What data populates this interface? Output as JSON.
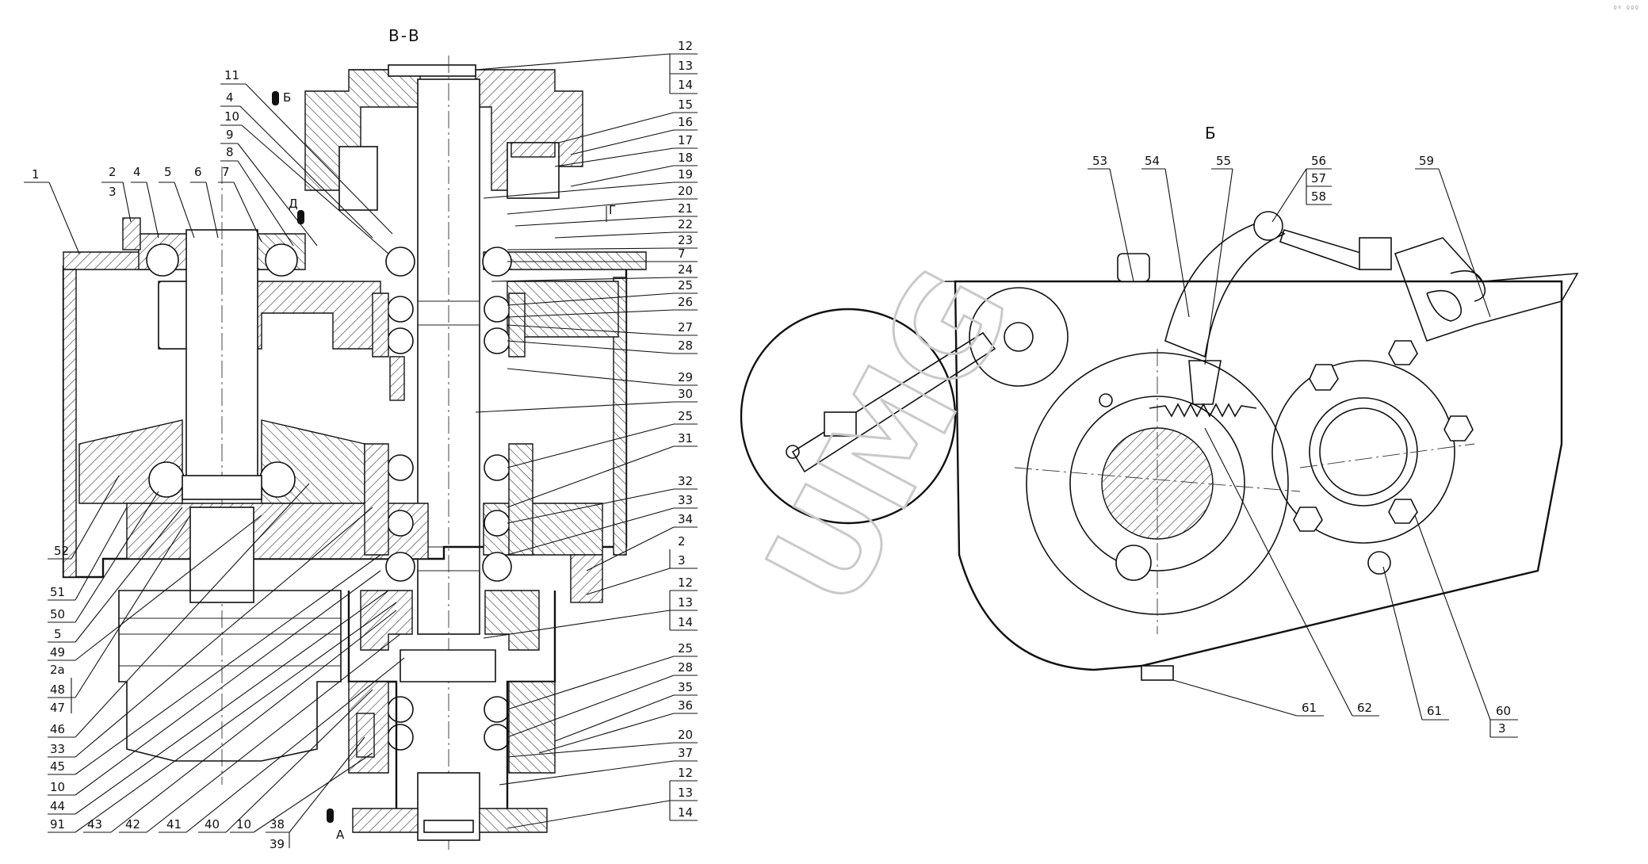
{
  "corner_mark": "º⁰ ººº",
  "watermark": "UMG",
  "views": {
    "section": {
      "title": "В-В"
    },
    "view_b": {
      "title": "Б"
    }
  },
  "view_markers": {
    "b": "Б",
    "g": "Г",
    "d": "Д",
    "a": "А"
  },
  "left_labels_top": [
    {
      "id": "1",
      "text": "1"
    },
    {
      "id": "2",
      "text": "2"
    },
    {
      "id": "3",
      "text": "3"
    },
    {
      "id": "4",
      "text": "4"
    },
    {
      "id": "5",
      "text": "5"
    },
    {
      "id": "6",
      "text": "6"
    },
    {
      "id": "7",
      "text": "7"
    },
    {
      "id": "8",
      "text": "8"
    },
    {
      "id": "9",
      "text": "9"
    },
    {
      "id": "10",
      "text": "10"
    },
    {
      "id": "4b",
      "text": "4"
    },
    {
      "id": "11",
      "text": "11"
    }
  ],
  "left_labels_bottom": [
    "52",
    "51",
    "50",
    "5",
    "49",
    "2а",
    "48",
    "47",
    "46",
    "33",
    "45",
    "10",
    "44",
    "91"
  ],
  "bottom_labels": [
    "43",
    "42",
    "41",
    "40",
    "10",
    "38",
    "39"
  ],
  "right_labels": [
    "12",
    "13",
    "14",
    "15",
    "16",
    "17",
    "18",
    "19",
    "20",
    "21",
    "22",
    "23",
    "7",
    "24",
    "25",
    "26",
    "27",
    "28",
    "29",
    "30",
    "25",
    "31",
    "32",
    "33",
    "34",
    "2",
    "3",
    "12",
    "13",
    "14",
    "25",
    "28",
    "35",
    "36",
    "20",
    "37",
    "12",
    "13",
    "14"
  ],
  "view_b_labels": {
    "top": [
      "53",
      "54",
      "55",
      "56",
      "57",
      "58",
      "59"
    ],
    "bottom": [
      "61",
      "62",
      "61",
      "60",
      "3"
    ]
  }
}
